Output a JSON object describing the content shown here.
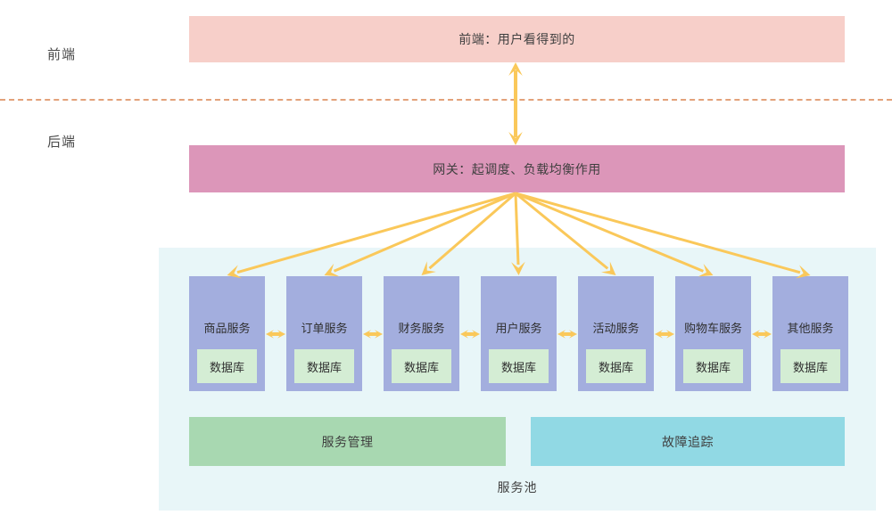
{
  "diagram": {
    "title_left_labels": {
      "frontend": "前端",
      "backend": "后端"
    },
    "frontend_banner": {
      "label": "前端：用户看得到的",
      "color": "#F7CFC9"
    },
    "gateway_banner": {
      "label": "网关：起调度、负载均衡作用",
      "color": "#DC96B9"
    },
    "service_pool": {
      "label": "服务池",
      "color": "#E8F6F8",
      "service_color": "#A3AEDE",
      "database_color": "#D4EDD4",
      "database_label": "数据库",
      "services": [
        {
          "name": "商品服务",
          "db": "数据库"
        },
        {
          "name": "订单服务",
          "db": "数据库"
        },
        {
          "name": "财务服务",
          "db": "数据库"
        },
        {
          "name": "用户服务",
          "db": "数据库"
        },
        {
          "name": "活动服务",
          "db": "数据库"
        },
        {
          "name": "购物车服务",
          "db": "数据库"
        },
        {
          "name": "其他服务",
          "db": "数据库"
        }
      ]
    },
    "bottom_bars": [
      {
        "label": "服务管理",
        "color": "#A8D8B1"
      },
      {
        "label": "故障追踪",
        "color": "#91D9E4"
      }
    ],
    "connectors": {
      "arrow_color": "#FAC85A",
      "divider_color": "#E3A27A",
      "frontend_gateway": "bidirectional",
      "gateway_to_services": "fan-out",
      "between_services": "bidirectional"
    }
  }
}
